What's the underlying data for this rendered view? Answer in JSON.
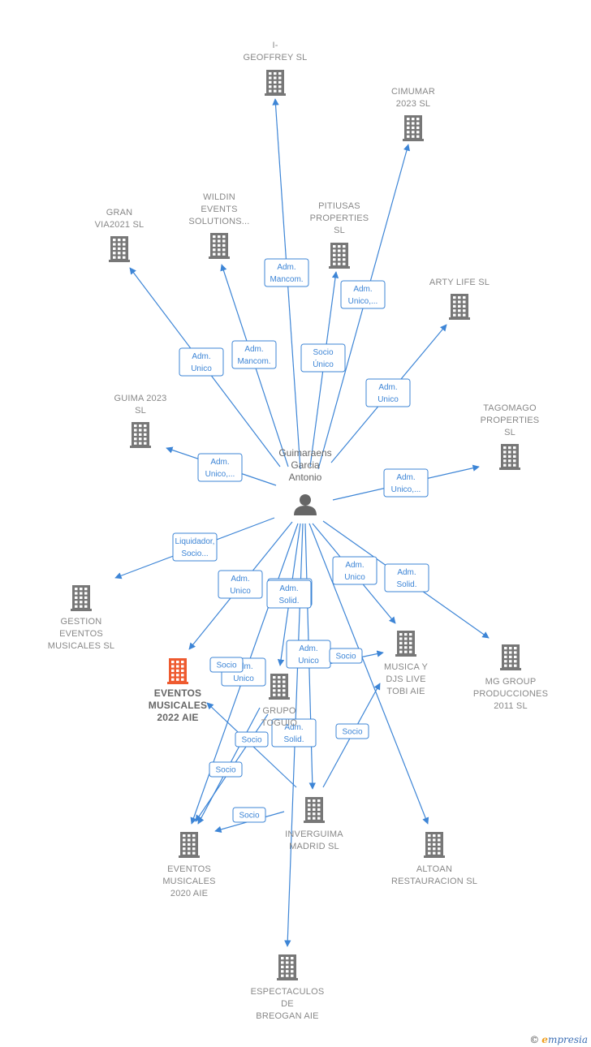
{
  "person": {
    "name_lines": [
      "Guimaraens",
      "Garcia",
      "Antonio"
    ],
    "icon": "person-icon"
  },
  "colors": {
    "edge": "#3d85d6",
    "building": "#777777",
    "highlight": "#ee5a2f",
    "label": "#888888"
  },
  "companies": [
    {
      "id": "i-geoffrey",
      "lines": [
        "I-",
        "GEOFFREY  SL"
      ],
      "highlight": false,
      "icon": "building-icon"
    },
    {
      "id": "cimumar",
      "lines": [
        "CIMUMAR",
        "2023  SL"
      ],
      "highlight": false,
      "icon": "building-icon"
    },
    {
      "id": "gran-via2021",
      "lines": [
        "GRAN",
        "VIA2021  SL"
      ],
      "highlight": false,
      "icon": "building-icon"
    },
    {
      "id": "wildin",
      "lines": [
        "WILDIN",
        "EVENTS",
        "SOLUTIONS..."
      ],
      "highlight": false,
      "icon": "building-icon"
    },
    {
      "id": "pitiusas",
      "lines": [
        "PITIUSAS",
        "PROPERTIES",
        "SL"
      ],
      "highlight": false,
      "icon": "building-icon"
    },
    {
      "id": "arty-life",
      "lines": [
        "ARTY LIFE  SL"
      ],
      "highlight": false,
      "icon": "building-icon"
    },
    {
      "id": "guima-2023",
      "lines": [
        "GUIMA 2023",
        "SL"
      ],
      "highlight": false,
      "icon": "building-icon"
    },
    {
      "id": "tagomago",
      "lines": [
        "TAGOMAGO",
        "PROPERTIES",
        "SL"
      ],
      "highlight": false,
      "icon": "building-icon"
    },
    {
      "id": "gestion-eventos",
      "lines": [
        "GESTION",
        "EVENTOS",
        "MUSICALES SL"
      ],
      "highlight": false,
      "icon": "building-icon"
    },
    {
      "id": "eventos-2022",
      "lines": [
        "EVENTOS",
        "MUSICALES",
        "2022 AIE"
      ],
      "highlight": true,
      "icon": "building-icon"
    },
    {
      "id": "grupo-toguio",
      "lines": [
        "GRUPO",
        "TOGUIO"
      ],
      "highlight": false,
      "icon": "building-icon"
    },
    {
      "id": "musica-djs",
      "lines": [
        "MUSICA Y",
        "DJS LIVE",
        "TOBI AIE"
      ],
      "highlight": false,
      "icon": "building-icon"
    },
    {
      "id": "mg-group",
      "lines": [
        "MG GROUP",
        "PRODUCCIONES",
        "2011 SL"
      ],
      "highlight": false,
      "icon": "building-icon"
    },
    {
      "id": "inverguima",
      "lines": [
        "INVERGUIMA",
        "MADRID  SL"
      ],
      "highlight": false,
      "icon": "building-icon"
    },
    {
      "id": "eventos-2020",
      "lines": [
        "EVENTOS",
        "MUSICALES",
        "2020 AIE"
      ],
      "highlight": false,
      "icon": "building-icon"
    },
    {
      "id": "altoan",
      "lines": [
        "ALTOAN",
        "RESTAURACION SL"
      ],
      "highlight": false,
      "icon": "building-icon"
    },
    {
      "id": "espectaculos",
      "lines": [
        "ESPECTACULOS",
        "DE",
        "BREOGAN AIE"
      ],
      "highlight": false,
      "icon": "building-icon"
    }
  ],
  "edges": [
    {
      "from": "person",
      "to": "i-geoffrey",
      "label": [
        "Adm.",
        "Mancom."
      ]
    },
    {
      "from": "person",
      "to": "cimumar",
      "label": [
        "Adm.",
        "Unico,..."
      ]
    },
    {
      "from": "person",
      "to": "gran-via2021",
      "label": [
        "Adm.",
        "Unico"
      ]
    },
    {
      "from": "person",
      "to": "wildin",
      "label": [
        "Adm.",
        "Mancom."
      ]
    },
    {
      "from": "person",
      "to": "pitiusas",
      "label": [
        "Socio",
        "Único"
      ]
    },
    {
      "from": "person",
      "to": "arty-life",
      "label": [
        "Adm.",
        "Unico"
      ]
    },
    {
      "from": "person",
      "to": "guima-2023",
      "label": [
        "Adm.",
        "Unico,..."
      ]
    },
    {
      "from": "person",
      "to": "tagomago",
      "label": [
        "Adm.",
        "Unico,..."
      ]
    },
    {
      "from": "person",
      "to": "gestion-eventos",
      "label": [
        "Liquidador,",
        "Socio..."
      ]
    },
    {
      "from": "person",
      "to": "eventos-2022",
      "label": [
        "Adm.",
        "Unico"
      ]
    },
    {
      "from": "person",
      "to": "grupo-toguio",
      "label": [
        "Adm.",
        "Unico"
      ]
    },
    {
      "from": "person",
      "to": "musica-djs",
      "label": [
        "Adm.",
        "Unico"
      ]
    },
    {
      "from": "person",
      "to": "mg-group",
      "label": [
        "Adm.",
        "Solid."
      ]
    },
    {
      "from": "person",
      "to": "inverguima",
      "label": [
        "Adm.",
        "Solid."
      ]
    },
    {
      "from": "person",
      "to": "eventos-2020",
      "label": [
        "Adm.",
        "Unico"
      ]
    },
    {
      "from": "person",
      "to": "altoan",
      "label": [
        "Adm.",
        "Unico"
      ]
    },
    {
      "from": "person",
      "to": "espectaculos",
      "label": [
        "Adm.",
        "Solid."
      ]
    },
    {
      "from": "inverguima",
      "to": "eventos-2022",
      "label": [
        "Socio"
      ]
    },
    {
      "from": "inverguima",
      "to": "eventos-2020",
      "label": [
        "Socio"
      ]
    },
    {
      "from": "inverguima",
      "to": "musica-djs",
      "label": [
        "Socio"
      ]
    },
    {
      "from": "grupo-toguio",
      "to": "eventos-2022",
      "label": [
        "Socio"
      ]
    },
    {
      "from": "grupo-toguio",
      "to": "eventos-2020",
      "label": [
        "Socio"
      ]
    },
    {
      "from": "grupo-toguio",
      "to": "musica-djs",
      "label": [
        "Socio"
      ]
    }
  ],
  "footer": {
    "copyright": "©",
    "brand_initial": "e",
    "brand_rest": "mpresia"
  }
}
